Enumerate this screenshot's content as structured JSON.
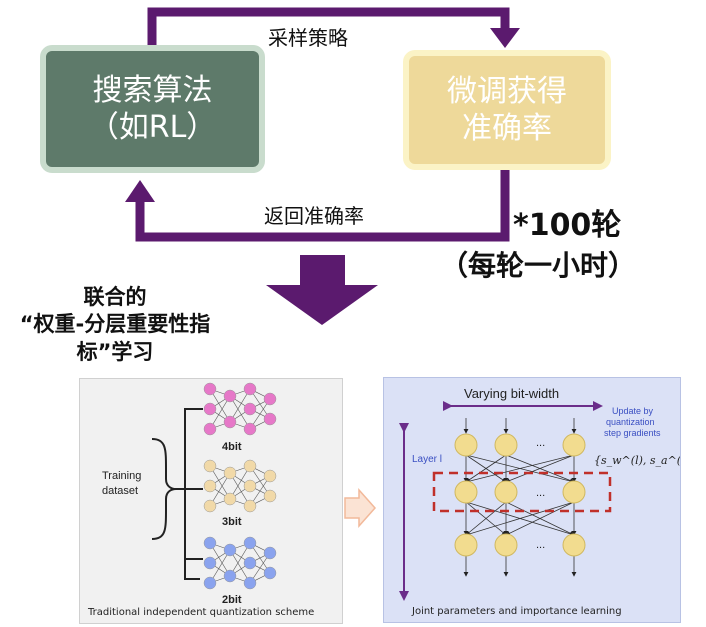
{
  "flow": {
    "search_box": {
      "line1": "搜索算法",
      "line2": "（如RL）"
    },
    "finetune_box": {
      "line1": "微调获得",
      "line2": "准确率"
    },
    "top_arrow_label": "采样策略",
    "bottom_arrow_label": "返回准确率",
    "repeat_label": "*100轮",
    "repeat_note": "（每轮一小时）"
  },
  "side_label": {
    "line1": "联合的",
    "line2": "“权重-分层重要性指",
    "line3": "标”学习"
  },
  "left_panel": {
    "caption": "Traditional independent quantization scheme",
    "training_label_line1": "Training",
    "training_label_line2": "dataset",
    "bit_labels": [
      "4bit",
      "3bit",
      "2bit"
    ]
  },
  "right_panel": {
    "caption": "Joint parameters and importance learning",
    "title": "Varying bit-width",
    "layer_label": "Layer l",
    "update_line1": "Update by",
    "update_line2": "quantization",
    "update_line3": "step gradients",
    "formula": "{s_w^(l), s_a^(l)}",
    "ellipsis": "..."
  },
  "colors": {
    "arrow_purple": "#5b1a6e",
    "search_fill": "#5e7a6a",
    "finetune_fill": "#eed99a",
    "bit4_nodes": "#e678c8",
    "bit3_nodes": "#f1d9a8",
    "bit2_nodes": "#8aa3ee",
    "joint_nodes": "#f2dc8f",
    "right_panel_bg": "#dbe1f6",
    "dashed_box": "#c0302a"
  }
}
